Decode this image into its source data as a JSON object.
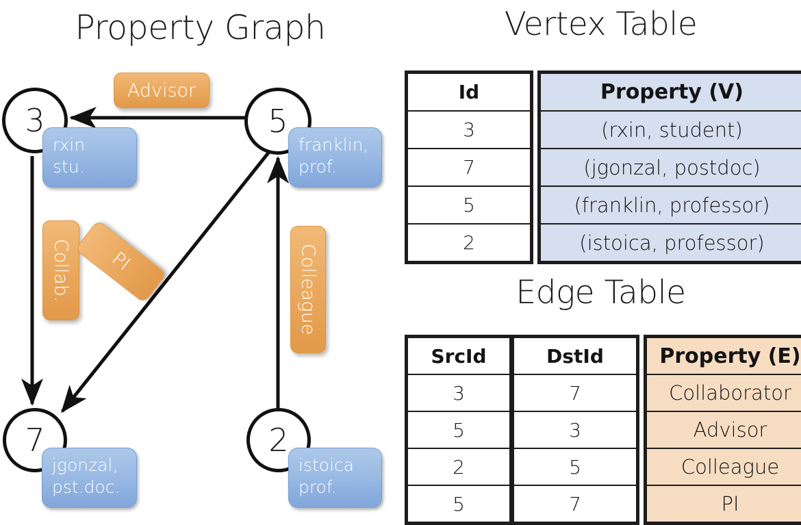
{
  "titles": {
    "property_graph": "Property Graph",
    "vertex_table": "Vertex Table",
    "edge_table": "Edge Table"
  },
  "colors": {
    "vertex_property_fill": "#d6dfef",
    "edge_property_fill": "#f6ddc2",
    "vertex_box_fill": "#9bbbe4",
    "edge_box_fill": "#eaa95f",
    "border": "#1c1c1c"
  },
  "graph": {
    "nodes": [
      {
        "id": "3",
        "property_lines": [
          "rxin",
          "stu."
        ]
      },
      {
        "id": "5",
        "property_lines": [
          "franklin,",
          "prof."
        ]
      },
      {
        "id": "7",
        "property_lines": [
          "jgonzal,",
          "pst.doc."
        ]
      },
      {
        "id": "2",
        "property_lines": [
          "istoica",
          "prof."
        ]
      }
    ],
    "edge_labels": [
      {
        "label": "Advisor",
        "from": "5",
        "to": "3",
        "orientation": "horizontal"
      },
      {
        "label": "Collab.",
        "from": "3",
        "to": "7",
        "orientation": "vertical"
      },
      {
        "label": "PI",
        "from": "5",
        "to": "7",
        "orientation": "diagonal"
      },
      {
        "label": "Colleague",
        "from": "2",
        "to": "5",
        "orientation": "vertical"
      }
    ]
  },
  "vertex_table": {
    "headers": [
      "Id",
      "Property (V)"
    ],
    "rows": [
      {
        "id": "3",
        "property": "(rxin, student)"
      },
      {
        "id": "7",
        "property": "(jgonzal, postdoc)"
      },
      {
        "id": "5",
        "property": "(franklin, professor)"
      },
      {
        "id": "2",
        "property": "(istoica, professor)"
      }
    ]
  },
  "edge_table": {
    "headers": [
      "SrcId",
      "DstId",
      "Property (E)"
    ],
    "rows": [
      {
        "src": "3",
        "dst": "7",
        "property": "Collaborator"
      },
      {
        "src": "5",
        "dst": "3",
        "property": "Advisor"
      },
      {
        "src": "2",
        "dst": "5",
        "property": "Colleague"
      },
      {
        "src": "5",
        "dst": "7",
        "property": "PI"
      }
    ]
  }
}
